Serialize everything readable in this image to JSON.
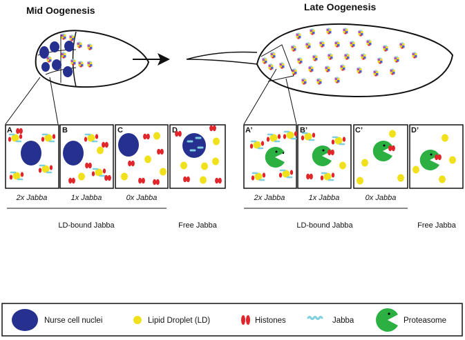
{
  "titles": {
    "mid": "Mid Oogenesis",
    "late": "Late Oogenesis"
  },
  "panels": [
    {
      "letter": "A",
      "caption": "2x Jabba"
    },
    {
      "letter": "B",
      "caption": "1x Jabba"
    },
    {
      "letter": "C",
      "caption": "0x Jabba"
    },
    {
      "letter": "D",
      "caption": ""
    },
    {
      "letter": "A’",
      "caption": "2x Jabba"
    },
    {
      "letter": "B’",
      "caption": "1x Jabba"
    },
    {
      "letter": "C’",
      "caption": "0x Jabba"
    },
    {
      "letter": "D’",
      "caption": ""
    }
  ],
  "groups": {
    "left_bound": "LD-bound Jabba",
    "left_free": "Free Jabba",
    "right_bound": "LD-bound Jabba",
    "right_free": "Free Jabba"
  },
  "legend": {
    "nuclei": "Nurse cell nuclei",
    "ld": "Lipid Droplet  (LD)",
    "histones": "Histones",
    "jabba": "Jabba",
    "proteasome": "Proteasome"
  },
  "colors": {
    "nucleus": "#25308f",
    "lipid": "#f1e11c",
    "histone": "#e0262b",
    "jabba": "#7ed0df",
    "proteasome": "#2bb041",
    "ld_blue": "#4f63c8",
    "ld_purple": "#b04fb0",
    "ld_yellow": "#e8d62a"
  }
}
